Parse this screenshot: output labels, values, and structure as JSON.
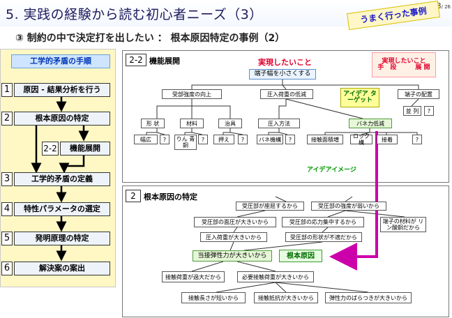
{
  "slide": {
    "title": "5. 実践の経験から読む初心者ニーズ（3）",
    "page": "18",
    "page_total": "/ 26",
    "badge": "うまく行った事例",
    "subtitle": "③ 制約の中で決定打を出したい ： 根本原因特定の事例（2）"
  },
  "steps": {
    "heading": "工学的矛盾の手順",
    "items": [
      {
        "num": "1",
        "label": "原因 - 結果分析を行う"
      },
      {
        "num": "2",
        "label": "根本原因の特定"
      },
      {
        "num": "3",
        "label": "工学的矛盾の定義"
      },
      {
        "num": "4",
        "label": "特性パラメータの選定"
      },
      {
        "num": "5",
        "label": "発明原理の特定"
      },
      {
        "num": "6",
        "label": "解決案の案出"
      }
    ],
    "sub": {
      "num": "2-2",
      "label": "機能展開"
    }
  },
  "section1": {
    "tag": "2-2",
    "label": "機能展開",
    "want": "実現したいこと",
    "legend_line1": "実現したいこと",
    "legend_line2": "手　段　　　展 開",
    "top": "端子幅を小さくする",
    "idea_target": "アイデア ターゲット",
    "idea_image": "アイデアイメージ",
    "l2": [
      "受部強度の向上",
      "圧入荷重の低減",
      "端子の配置"
    ],
    "l3a": [
      "形 状",
      "材料",
      "治具"
    ],
    "l3b": [
      "圧入方法",
      "バネ力低減"
    ],
    "l3c": [
      "並 列",
      "?"
    ],
    "l4a": [
      "幅広",
      "?",
      "りん 青銅",
      "?",
      "押え",
      "?"
    ],
    "l4b": [
      "バネ機構",
      "?"
    ],
    "l4c": [
      "接触面積増",
      "ロック構",
      "接着",
      "?"
    ]
  },
  "section2": {
    "tag": "2",
    "label": "根本原因の特定",
    "r1": [
      "受圧部が座屈するから",
      "受圧部の強度が弱いから"
    ],
    "r2": [
      "受圧部の面圧が大きいから",
      "受圧部の応力集中するから",
      "端子の材料が リン酸銅だから"
    ],
    "r3": [
      "圧入荷重が大きいから",
      "受圧部の形状が不適だから"
    ],
    "r4": "当接弾性力が大きいから",
    "root": "根本原因",
    "r5": [
      "接触荷重が過大だから",
      "必要接触荷重が大きいから"
    ],
    "r6": [
      "接触長さが短いから",
      "接触抵抗が大きいから",
      "弾性力のばらつきが大きいから"
    ]
  }
}
